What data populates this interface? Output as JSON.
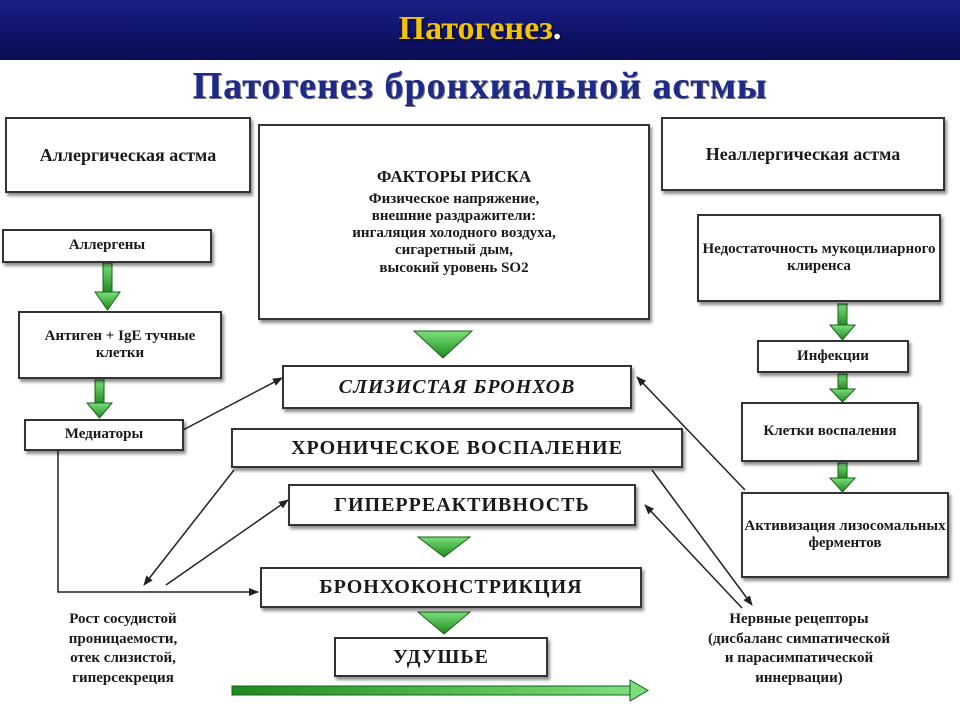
{
  "header": {
    "title": "Патогенез",
    "title_dot": "."
  },
  "diagram": {
    "title": "Патогенез бронхиальной астмы",
    "allergic": "Аллергическая астма",
    "nonallergic": "Неаллергическая астма",
    "risk_title": "ФАКТОРЫ РИСКА",
    "risk_items": [
      "Физическое напряжение,",
      "внешние раздражители:",
      "ингаляция холодного воздуха,",
      "сигаретный дым,",
      "высокий уровень SO2"
    ],
    "allergens": "Аллергены",
    "antigen_ige": "Антиген + IgE тучные клетки",
    "mediators": "Медиаторы",
    "mucociliary": "Недостаточность мукоцилиарного клиренса",
    "infection": "Инфекции",
    "inflam_cells": "Клетки воспаления",
    "lysosomal": "Активизация лизосомальных ферментов",
    "mucosa": "СЛИЗИСТАЯ БРОНХОВ",
    "chronic": "ХРОНИЧЕСКОЕ ВОСПАЛЕНИЕ",
    "hyper": "ГИПЕРРЕАКТИВНОСТЬ",
    "broncho": "БРОНХОКОНСТРИКЦИЯ",
    "suffocation": "УДУШЬЕ",
    "vascular_lines": [
      "Рост сосудистой",
      "проницаемости,",
      "отек слизистой,",
      "гиперсекреция"
    ],
    "nerve_lines": [
      "Нервные рецепторы",
      "(дисбаланс симпатической",
      "и парасимпатической",
      "иннервации)"
    ]
  },
  "colors": {
    "header_bg": "#0e1266",
    "header_text": "#f2c400",
    "title_blue": "#1d2a8a",
    "arrow_green": "#33aa33"
  }
}
